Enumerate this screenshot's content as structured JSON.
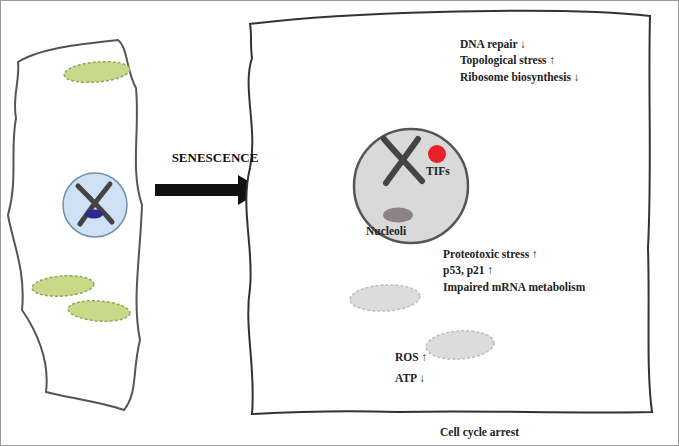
{
  "diagram": {
    "nodes": [
      {
        "text": [
          "DNA repair ↓",
          "Topological stress ↑",
          "Ribosome biosynthesis ↓",
          "Proteotoxic stress ↑",
          "p53, p21 ↑",
          "Impaired mRNA metabolism",
          "ROS ↑",
          "ATP ↓",
          "Cell cycle arrest"
        ]
      },
      {
        "text": [
          "TIFs",
          "Nucleoli"
        ],
        "in": 0
      }
    ],
    "labels": [
      "SENESCENCE"
    ]
  }
}
